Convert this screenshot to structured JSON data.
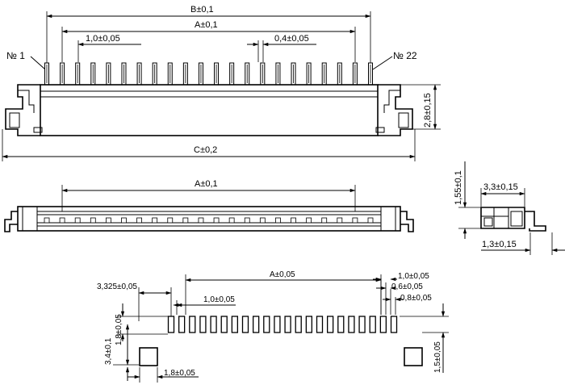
{
  "top_view": {
    "dim_b": "B±0,1",
    "dim_a": "A±0,1",
    "dim_pitch": "1,0±0,05",
    "dim_pin_width": "0,4±0,05",
    "pin_first": "№ 1",
    "pin_last": "№ 22",
    "dim_height": "2,8±0,15",
    "dim_c": "C±0,2",
    "pin_count": 22
  },
  "front_view": {
    "dim_a": "A±0,1"
  },
  "side_view": {
    "dim_height": "1,55±0,1",
    "dim_depth": "3,3±0,15",
    "dim_lead": "1,3±0,15"
  },
  "footprint": {
    "dim_edge": "3,325±0,05",
    "dim_a": "A±0,05",
    "dim_pitch_10": "1,0±0,05",
    "dim_pad_pitch": "1,0±0,05",
    "dim_pad_width": "0,6±0,05",
    "dim_pad_len": "0,8±0,05",
    "dim_pad_height": "1,8±0,05",
    "dim_row_offset": "3,4±0,1",
    "dim_mount_width": "1,8±0,05",
    "dim_mount_height": "1,5±0,05",
    "pad_count": 22
  }
}
